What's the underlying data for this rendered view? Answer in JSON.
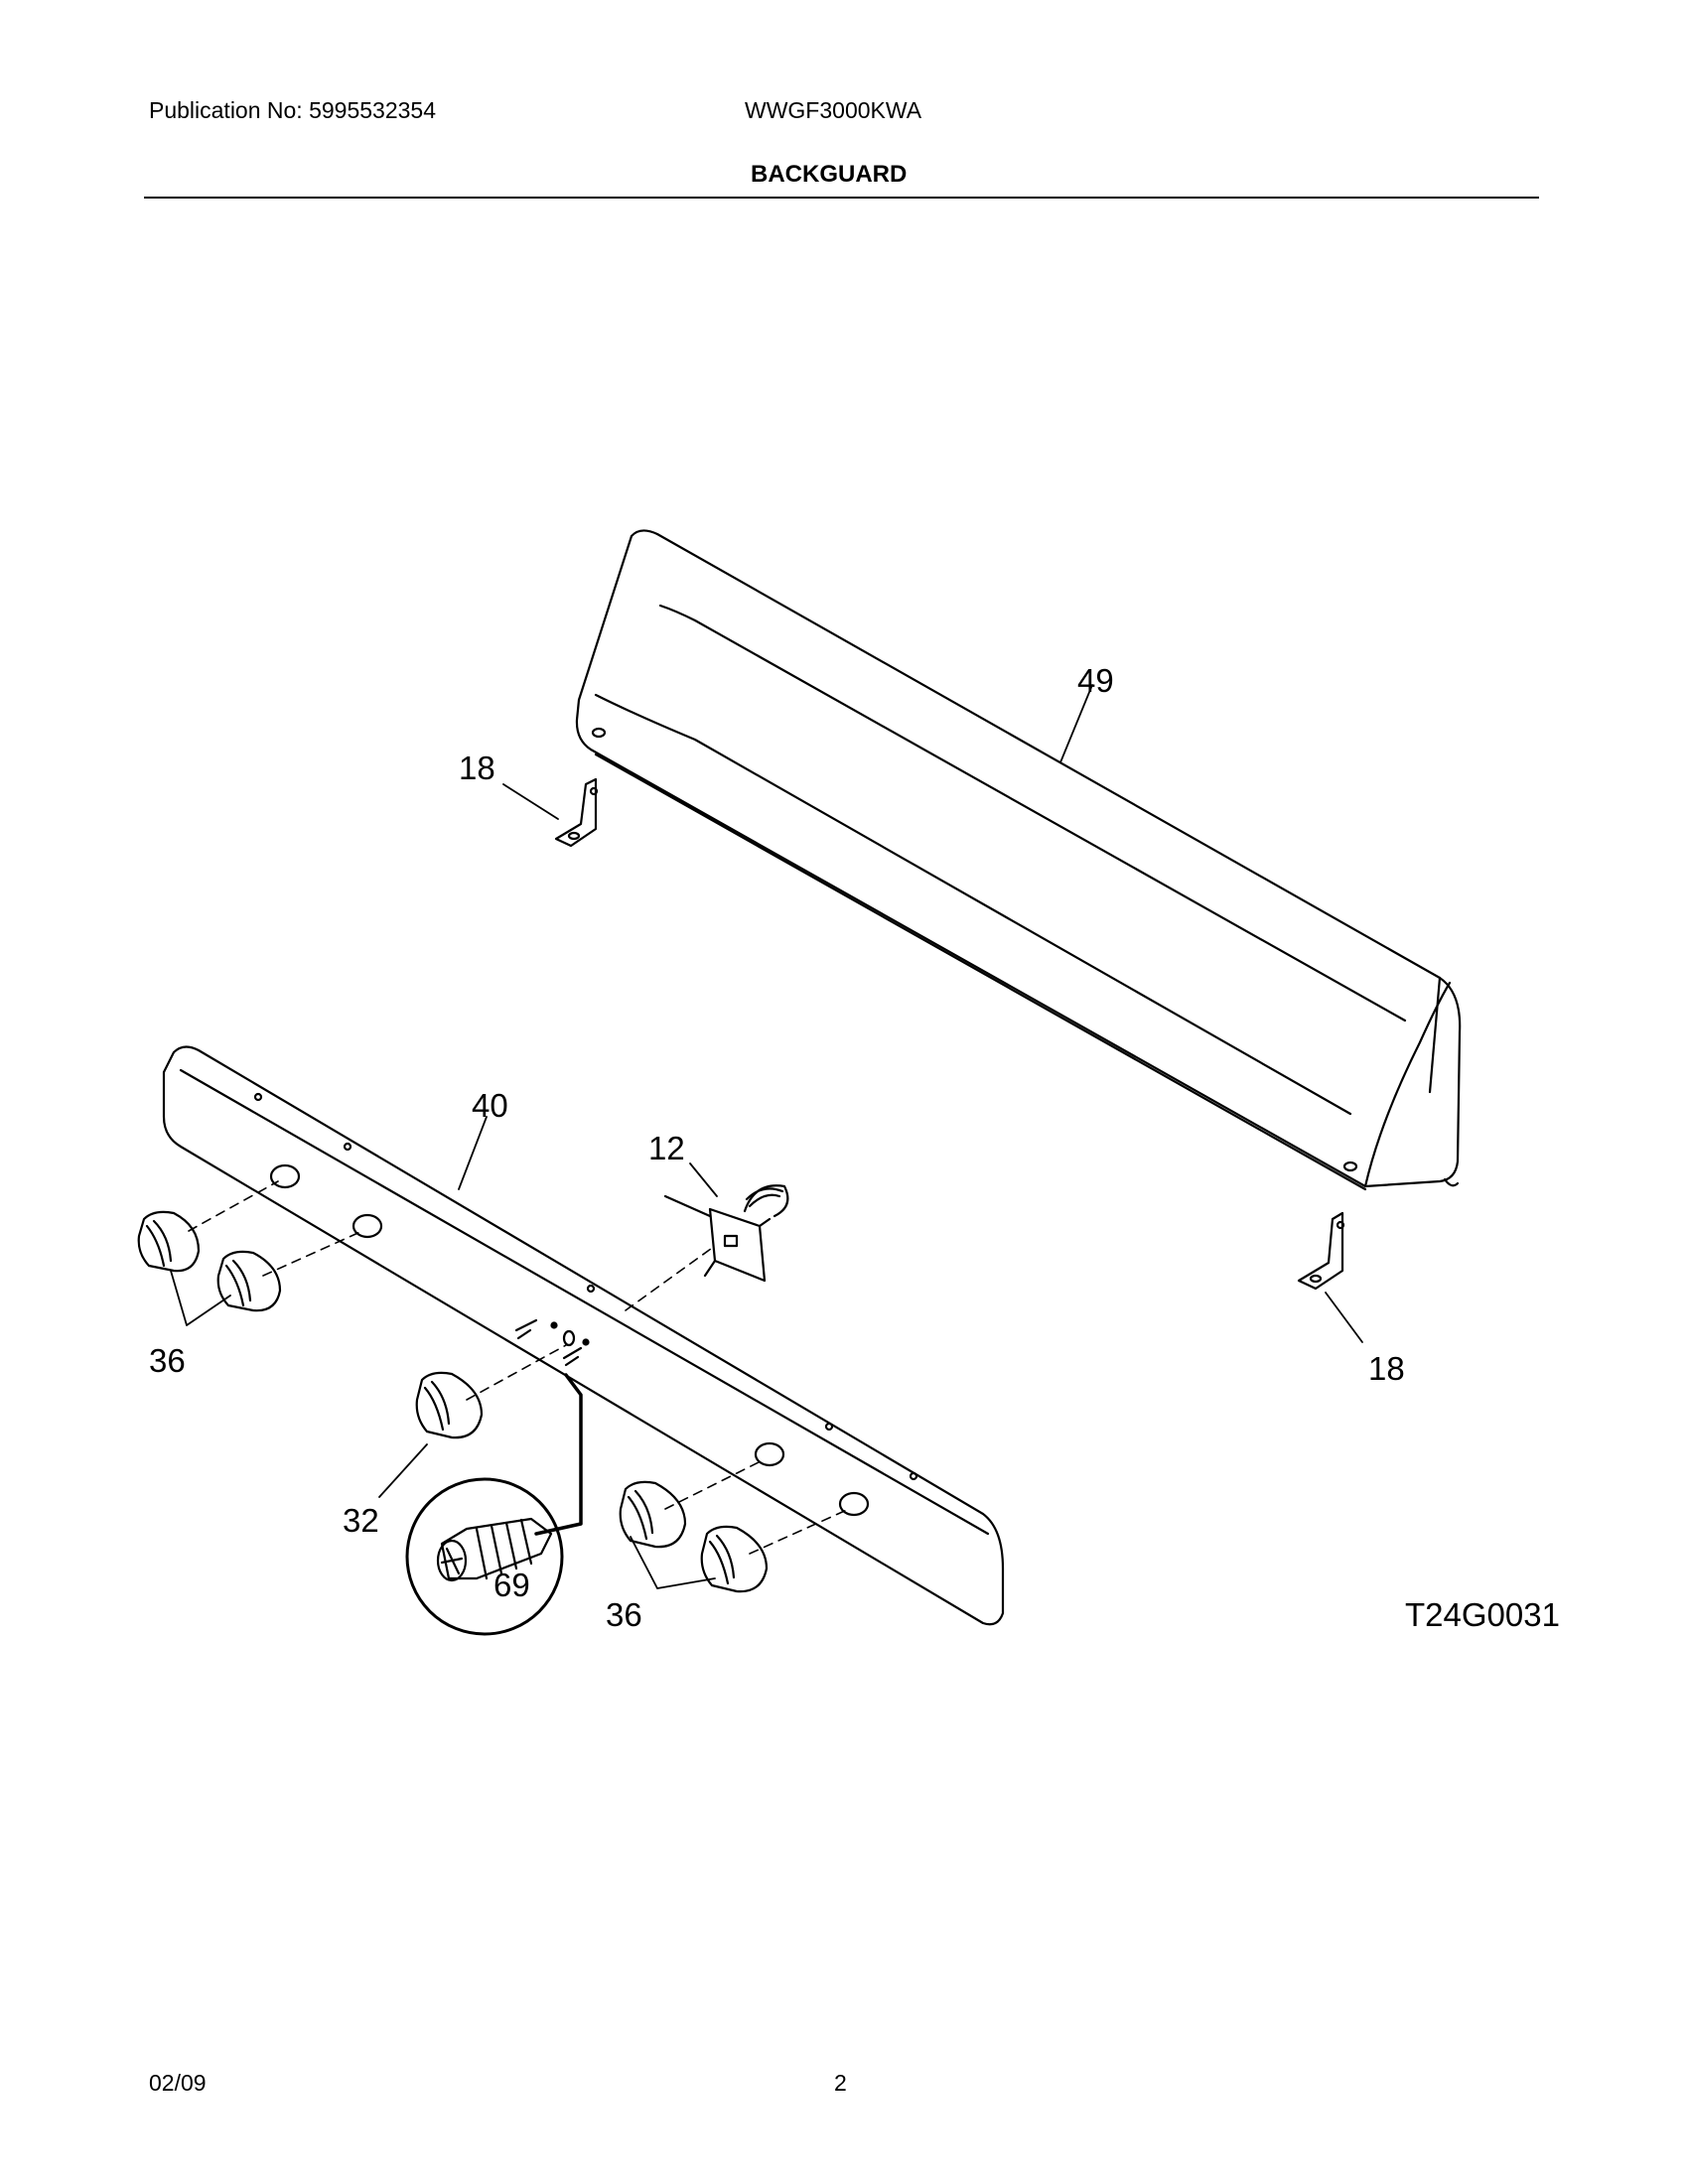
{
  "header": {
    "publication": "Publication No: 5995532354",
    "model": "WWGF3000KWA",
    "section_title": "BACKGUARD"
  },
  "diagram": {
    "callouts": {
      "backguard": "49",
      "bracket_left": "18",
      "bracket_right": "18",
      "control_panel": "40",
      "thermostat": "12",
      "knobs_left": "36",
      "knob_center": "32",
      "screw": "69",
      "knobs_right": "36"
    },
    "figure_code": "T24G0031"
  },
  "footer": {
    "date": "02/09",
    "page": "2"
  }
}
